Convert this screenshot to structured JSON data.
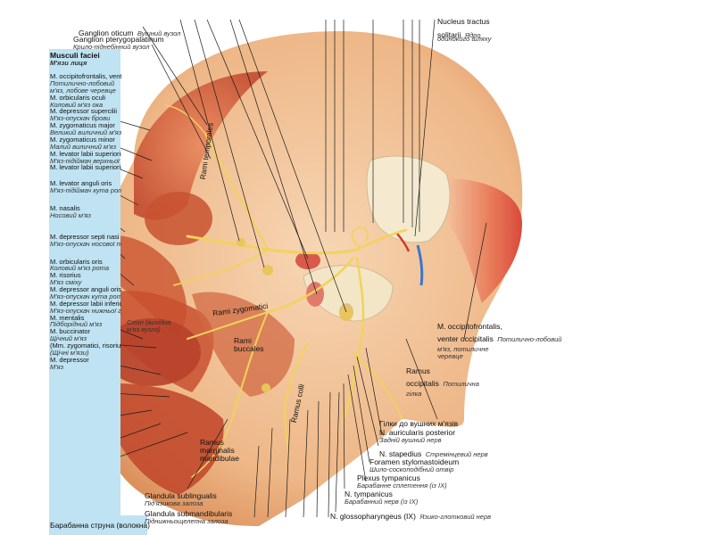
{
  "colors": {
    "panel_blue": "#bfe3f2",
    "skin": "#f1c29a",
    "muscle": "#d4582e",
    "nerve": "#f1d35a",
    "bone": "#f4e7c7",
    "vessel": "#3a78c8"
  },
  "header_labels": [
    {
      "lat": "Ganglion oticum",
      "ua": "Вушний вузол"
    },
    {
      "lat": "Ganglion pterygopalatinum",
      "ua": "Крило-піднебінний вузол"
    },
    {
      "lat": "Nucleus tractus",
      "ua": ""
    },
    {
      "lat": "solitarii",
      "ua": "Ядро"
    },
    {
      "lat": "",
      "ua": "одинокого шляху"
    }
  ],
  "muscle_panel": {
    "title_lat": "Musculi faciei",
    "title_ua": "М'язи лиця",
    "items": [
      "M. occipitofrontalis, venter",
      "Потилично-лобовий",
      "м'яз, лобове черевце",
      "M. orbicularis oculi",
      "Коловий м'яз ока",
      "M. depressor supercilii",
      "М'яз-опускач брови",
      "M. zygomaticus major",
      "Великий виличний м'яз",
      "M. zygomaticus minor",
      "Малий виличний м'яз",
      "M. levator labii superioris",
      "М'яз-підіймач верхньої губи",
      "M. levator labii superioris alaeque nasi",
      "M. levator anguli oris",
      "М'яз-підіймач кута рота",
      "M. nasalis",
      "Носовий м'яз",
      "M. depressor septi nasi",
      "М'яз-опускач носової перегородки",
      "M. orbicularis oris",
      "Коловий м'яз рота",
      "M. risorius",
      "М'яз сміху",
      "M. depressor anguli oris",
      "М'яз-опускач кута рота",
      "M. depressor labii inferioris",
      "М'яз-опускач нижньої губи",
      "M. mentalis",
      "Підборідний м'яз",
      "M. buccinator",
      "Щічний м'яз",
      "(Mm. zygomatici, risorius)",
      "(Щічні м'язи)",
      "M. depressor",
      "М'яз"
    ]
  },
  "right_labels": [
    {
      "lat": "M. occipitofrontalis,",
      "ua": ""
    },
    {
      "lat": "venter occipitalis",
      "ua": "Потилично-лобовий"
    },
    {
      "lat": "",
      "ua": "м'яз, потиличне"
    },
    {
      "lat": "",
      "ua": "черевце"
    },
    {
      "lat": "Ramus",
      "ua": ""
    },
    {
      "lat": "occipitalis",
      "ua": "Потилична"
    },
    {
      "lat": "",
      "ua": "гілка"
    },
    {
      "lat": "Гілки до вушних м'язів",
      "ua": ""
    },
    {
      "lat": "N. auricularis posterior",
      "ua": "Задній вушний нерв"
    },
    {
      "lat": "N. stapedius",
      "ua": "Стремінцевий нерв"
    },
    {
      "lat": "Foramen stylomastoideum",
      "ua": "Шило-соскоподібний отвір"
    },
    {
      "lat": "Plexus tympanicus",
      "ua": "Барабанне сплетення  (із IX)"
    },
    {
      "lat": "N. tympanicus",
      "ua": "Барабанний нерв (із IX)"
    },
    {
      "lat": "N. glossopharyngeus (IX)",
      "ua": "Язико-глотковий нерв"
    }
  ],
  "face_labels": {
    "rami_temporales": "Rami temporales",
    "rami_zygomatici": "Rami zygomatici",
    "rami_buccales_1": "Rami",
    "rami_buccales_2": "buccales",
    "ramus_mandibularis_1": "Ramus",
    "ramus_mandibularis_2": "marginalis",
    "ramus_mandibularis_3": "mandibulae",
    "ramus_colli": "Ramus colli",
    "salivary_note_1": "Слізн (вихідна",
    "salivary_note_2": "м'яз вузла)"
  },
  "bottom_labels": [
    {
      "lat": "Glandula sublingualis",
      "ua": "Під'язикова залоза"
    },
    {
      "lat": "Glandula submandibularis",
      "ua": "Піднижньощелепна залоза"
    }
  ],
  "bottom_left_text": "Барабанна струна (волокна)"
}
